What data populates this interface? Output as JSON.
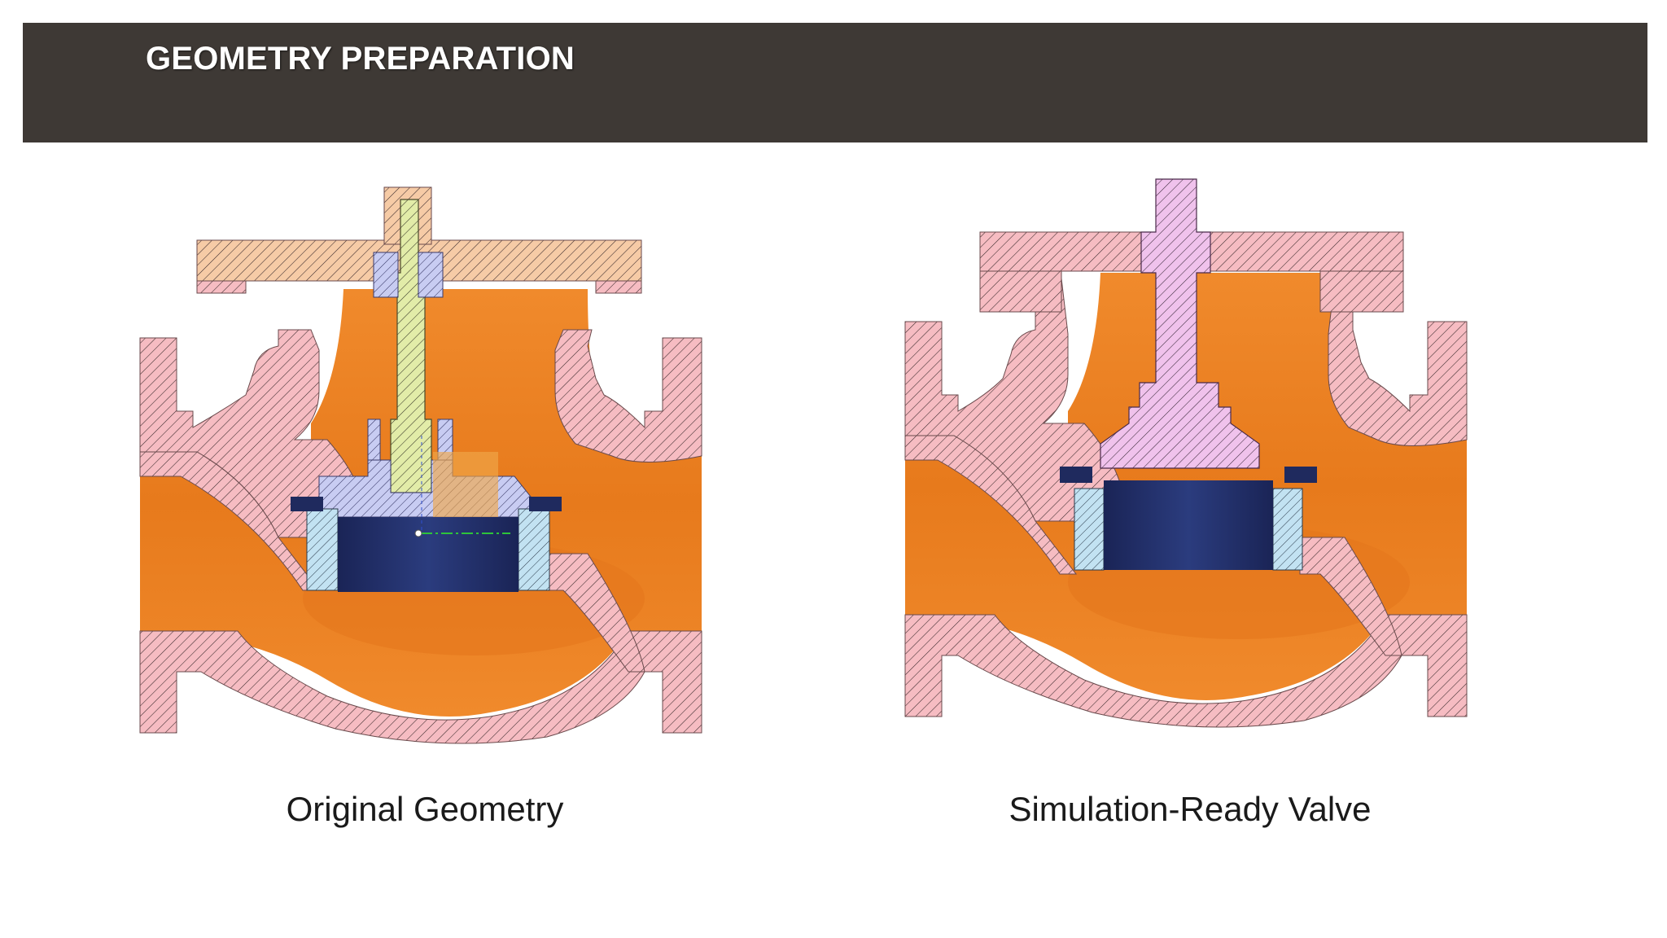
{
  "header": {
    "title": "GEOMETRY PREPARATION"
  },
  "panels": [
    {
      "caption": "Original Geometry"
    },
    {
      "caption": "Simulation-Ready Valve"
    }
  ],
  "colors": {
    "header_bg": "#3e3935",
    "body_section": "#f4b6bd",
    "fluid": "#ee8024",
    "bonnet_original": "#f5c9a4",
    "stem_original": "#dde9a4",
    "seat": "#b8d8ee",
    "disc": "#1f2f6b",
    "hatch_line": "#2a2a2a"
  }
}
